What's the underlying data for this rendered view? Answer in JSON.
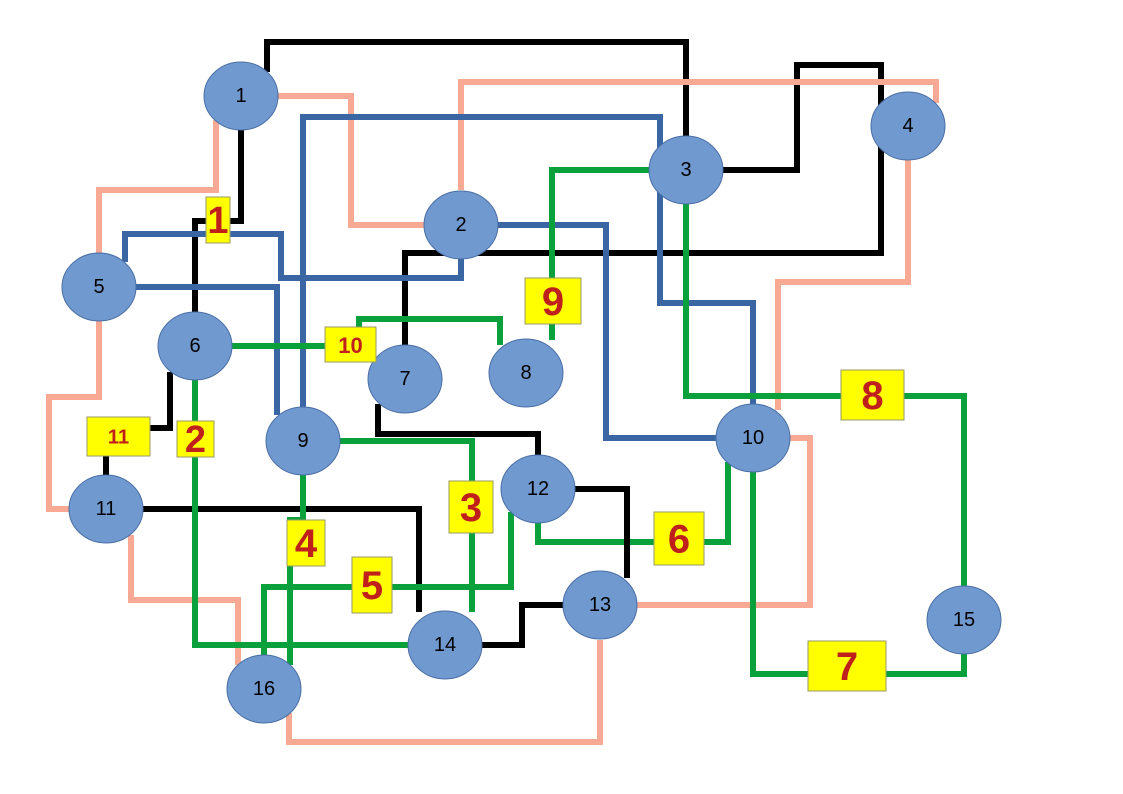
{
  "colors": {
    "black": "#000000",
    "salmon": "#f8a994",
    "blue": "#3a67a3",
    "green": "#0aa13c",
    "node_fill": "#7099cf",
    "tag_fill": "#ffff00",
    "tag_text": "#c0201c"
  },
  "nodes": [
    {
      "id": "n1",
      "label": "1"
    },
    {
      "id": "n2",
      "label": "2"
    },
    {
      "id": "n3",
      "label": "3"
    },
    {
      "id": "n4",
      "label": "4"
    },
    {
      "id": "n5",
      "label": "5"
    },
    {
      "id": "n6",
      "label": "6"
    },
    {
      "id": "n7",
      "label": "7"
    },
    {
      "id": "n8",
      "label": "8"
    },
    {
      "id": "n9",
      "label": "9"
    },
    {
      "id": "n10",
      "label": "10"
    },
    {
      "id": "n11",
      "label": "11"
    },
    {
      "id": "n12",
      "label": "12"
    },
    {
      "id": "n13",
      "label": "13"
    },
    {
      "id": "n14",
      "label": "14"
    },
    {
      "id": "n15",
      "label": "15"
    },
    {
      "id": "n16",
      "label": "16"
    }
  ],
  "tags": [
    {
      "id": "t1",
      "label": "1"
    },
    {
      "id": "t2",
      "label": "2"
    },
    {
      "id": "t3",
      "label": "3"
    },
    {
      "id": "t4",
      "label": "4"
    },
    {
      "id": "t5",
      "label": "5"
    },
    {
      "id": "t6",
      "label": "6"
    },
    {
      "id": "t7",
      "label": "7"
    },
    {
      "id": "t8",
      "label": "8"
    },
    {
      "id": "t9",
      "label": "9"
    },
    {
      "id": "t10",
      "label": "10"
    },
    {
      "id": "t11",
      "label": "11"
    }
  ],
  "edges": [
    {
      "id": "e-1-3",
      "color": "black",
      "from": "1",
      "to": "3"
    },
    {
      "id": "e-3-4",
      "color": "black",
      "from": "3",
      "to": "4"
    },
    {
      "id": "e-4-7",
      "color": "black",
      "from": "4",
      "to": "7"
    },
    {
      "id": "e-1-6",
      "color": "black",
      "from": "1",
      "to": "6"
    },
    {
      "id": "e-6-11",
      "color": "black",
      "from": "6",
      "to": "11"
    },
    {
      "id": "e-11-14",
      "color": "black",
      "from": "11",
      "to": "14"
    },
    {
      "id": "e-7-13",
      "color": "black",
      "from": "7",
      "to": "13"
    },
    {
      "id": "e-13-14",
      "color": "black",
      "from": "13",
      "to": "14"
    },
    {
      "id": "e-1-2",
      "color": "salmon",
      "from": "1",
      "to": "2"
    },
    {
      "id": "e-1-11",
      "color": "salmon",
      "from": "1",
      "to": "11"
    },
    {
      "id": "e-2-4",
      "color": "salmon",
      "from": "2",
      "to": "4"
    },
    {
      "id": "e-4-10",
      "color": "salmon",
      "from": "4",
      "to": "10"
    },
    {
      "id": "e-10-13",
      "color": "salmon",
      "from": "10",
      "to": "13"
    },
    {
      "id": "e-11-16",
      "color": "salmon",
      "from": "11",
      "to": "16"
    },
    {
      "id": "e-13-16",
      "color": "salmon",
      "from": "13",
      "to": "16"
    },
    {
      "id": "e-3-9",
      "color": "blue",
      "from": "3",
      "to": "9"
    },
    {
      "id": "e-3-10",
      "color": "blue",
      "from": "3",
      "to": "10"
    },
    {
      "id": "e-2-5",
      "color": "blue",
      "from": "2",
      "to": "5"
    },
    {
      "id": "e-5-9",
      "color": "blue",
      "from": "5",
      "to": "9"
    },
    {
      "id": "e-2-10",
      "color": "blue",
      "from": "2",
      "to": "10"
    },
    {
      "id": "e-3-8",
      "color": "green",
      "from": "3",
      "to": "8"
    },
    {
      "id": "e-3-15",
      "color": "green",
      "from": "3",
      "to": "15"
    },
    {
      "id": "e-6-7-8",
      "color": "green",
      "from": "6",
      "to": "8"
    },
    {
      "id": "e-6-14",
      "color": "green",
      "from": "6",
      "to": "14"
    },
    {
      "id": "e-9-14",
      "color": "green",
      "from": "9",
      "to": "14"
    },
    {
      "id": "e-9-16",
      "color": "green",
      "from": "9",
      "to": "16"
    },
    {
      "id": "e-12-16",
      "color": "green",
      "from": "12",
      "to": "16"
    },
    {
      "id": "e-10-12",
      "color": "green",
      "from": "10",
      "to": "12"
    },
    {
      "id": "e-10-15",
      "color": "green",
      "from": "10",
      "to": "15"
    }
  ]
}
